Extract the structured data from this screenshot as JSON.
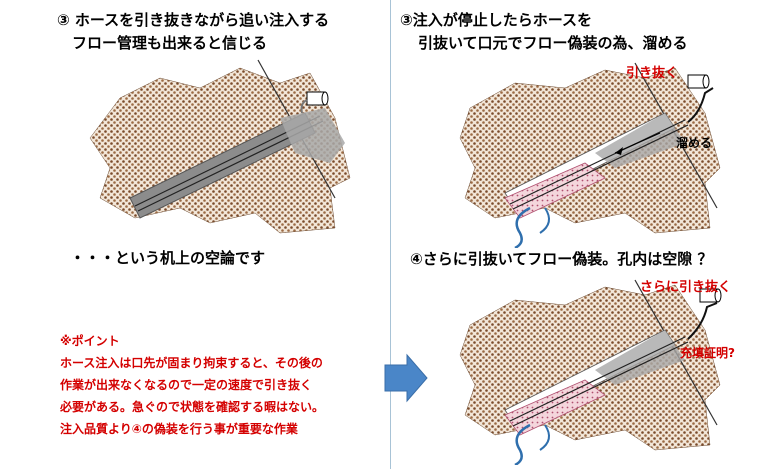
{
  "panel1": {
    "heading_line1": "③ ホースを引き抜きながら追い注入する",
    "heading_line2": "フロー管理も出来ると信じる"
  },
  "panel2": {
    "heading_line1": "③注入が停止したらホースを",
    "heading_line2": "引抜いて口元でフロー偽装の為、溜める",
    "label_pull": "引き抜く",
    "label_pool": "溜める"
  },
  "panel3": {
    "caption": "・・・という机上の空論です"
  },
  "panel4": {
    "heading": "④さらに引抜いてフロー偽装。孔内は空隙 ？",
    "label_pull_more": "さらに引き抜く",
    "label_proof": "充填証明?"
  },
  "note": {
    "title": "※ポイント",
    "lines": [
      "ホース注入は口先が固まり拘束すると、その後の",
      "作業が出来なくなるので一定の速度で引き抜く",
      "必要がある。急ぐので状態を確認する暇はない。",
      "注入品質より④の偽装を行う事が重要な作業"
    ]
  },
  "colors": {
    "soil": "#a07050",
    "hose": "#8c8c8c",
    "accent_red": "#d40000",
    "arrow": "#4a86c8",
    "divider": "#a8c3d6"
  },
  "icons": [
    "soil-texture",
    "hose-pipe",
    "nozzle-cylinder",
    "curved-arrow",
    "right-arrow"
  ]
}
